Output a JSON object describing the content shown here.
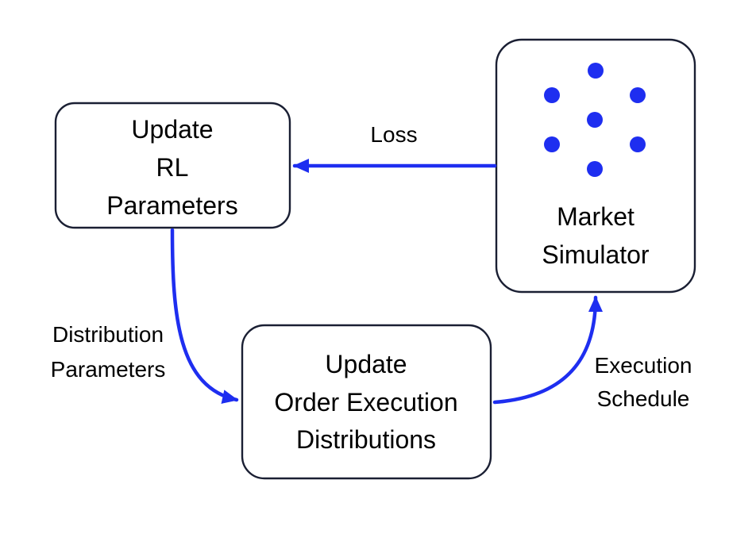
{
  "colors": {
    "accent": "#1e2ef0",
    "box_border": "#1a1f33",
    "text": "#000000",
    "background": "#ffffff"
  },
  "nodes": {
    "rl": {
      "lines": [
        "Update",
        "RL",
        "Parameters"
      ]
    },
    "order": {
      "lines": [
        "Update",
        "Order Execution",
        "Distributions"
      ]
    },
    "market": {
      "lines": [
        "Market",
        "Simulator"
      ],
      "icon": "network-dots-icon"
    }
  },
  "edges": {
    "loss": {
      "label": "Loss"
    },
    "distribution": {
      "label_lines": [
        "Distribution",
        "Parameters"
      ]
    },
    "execution": {
      "label_lines": [
        "Execution",
        "Schedule"
      ]
    }
  }
}
